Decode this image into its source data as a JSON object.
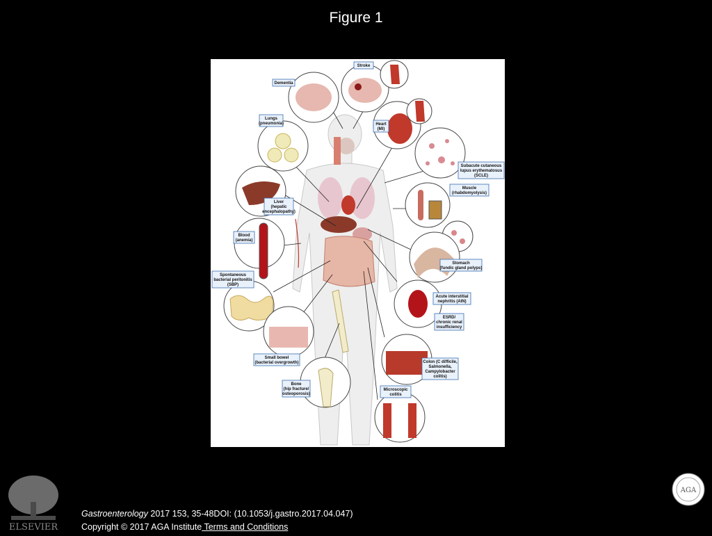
{
  "slide": {
    "title": "Figure 1"
  },
  "figure": {
    "labels": {
      "stroke": "Stroke",
      "dementia": "Dementia",
      "lungs": [
        "Lungs",
        "(pneumonia)"
      ],
      "heart": [
        "Heart",
        "(MI)"
      ],
      "scle": [
        "Subacute cutaneous",
        "lupus erythematosus",
        "(SCLE)"
      ],
      "liver": [
        "Liver",
        "(hepatic",
        "encephalopathy)"
      ],
      "muscle": [
        "Muscle",
        "(rhabdomyolysis)"
      ],
      "blood": [
        "Blood",
        "(anemia)"
      ],
      "sbp": [
        "Spontaneous",
        "bacterial peritonitis",
        "(SBP)"
      ],
      "stomach": [
        "Stomach",
        "(fundic gland polyps)"
      ],
      "ain": [
        "Acute interstitial",
        "nephritis (AIN)"
      ],
      "esrd": [
        "ESRD/",
        "chronic renal",
        "insufficiency"
      ],
      "small_bowel": [
        "Small bowel",
        "(bacterial overgrowth)"
      ],
      "colon": [
        "Colon (C difficile,",
        "Salmonella,",
        "Campylobacter",
        "colitis)"
      ],
      "bone": [
        "Bone",
        "(hip fracture/",
        "osteoporosis)"
      ],
      "microscopic_colitis": [
        "Microscopic",
        "colitis"
      ]
    }
  },
  "citation": {
    "journal": "Gastroenterology",
    "details": " 2017 153, 35-48DOI: (10.1053/j.gastro.2017.04.047)",
    "copyright": "Copyright © 2017 AGA Institute",
    "terms_link": " Terms and Conditions"
  },
  "logos": {
    "publisher": "ELSEVIER",
    "seal": "AGA"
  },
  "colors": {
    "background": "#000000",
    "label_fill": "#e9f1fb",
    "label_border": "#3a6fb0"
  }
}
